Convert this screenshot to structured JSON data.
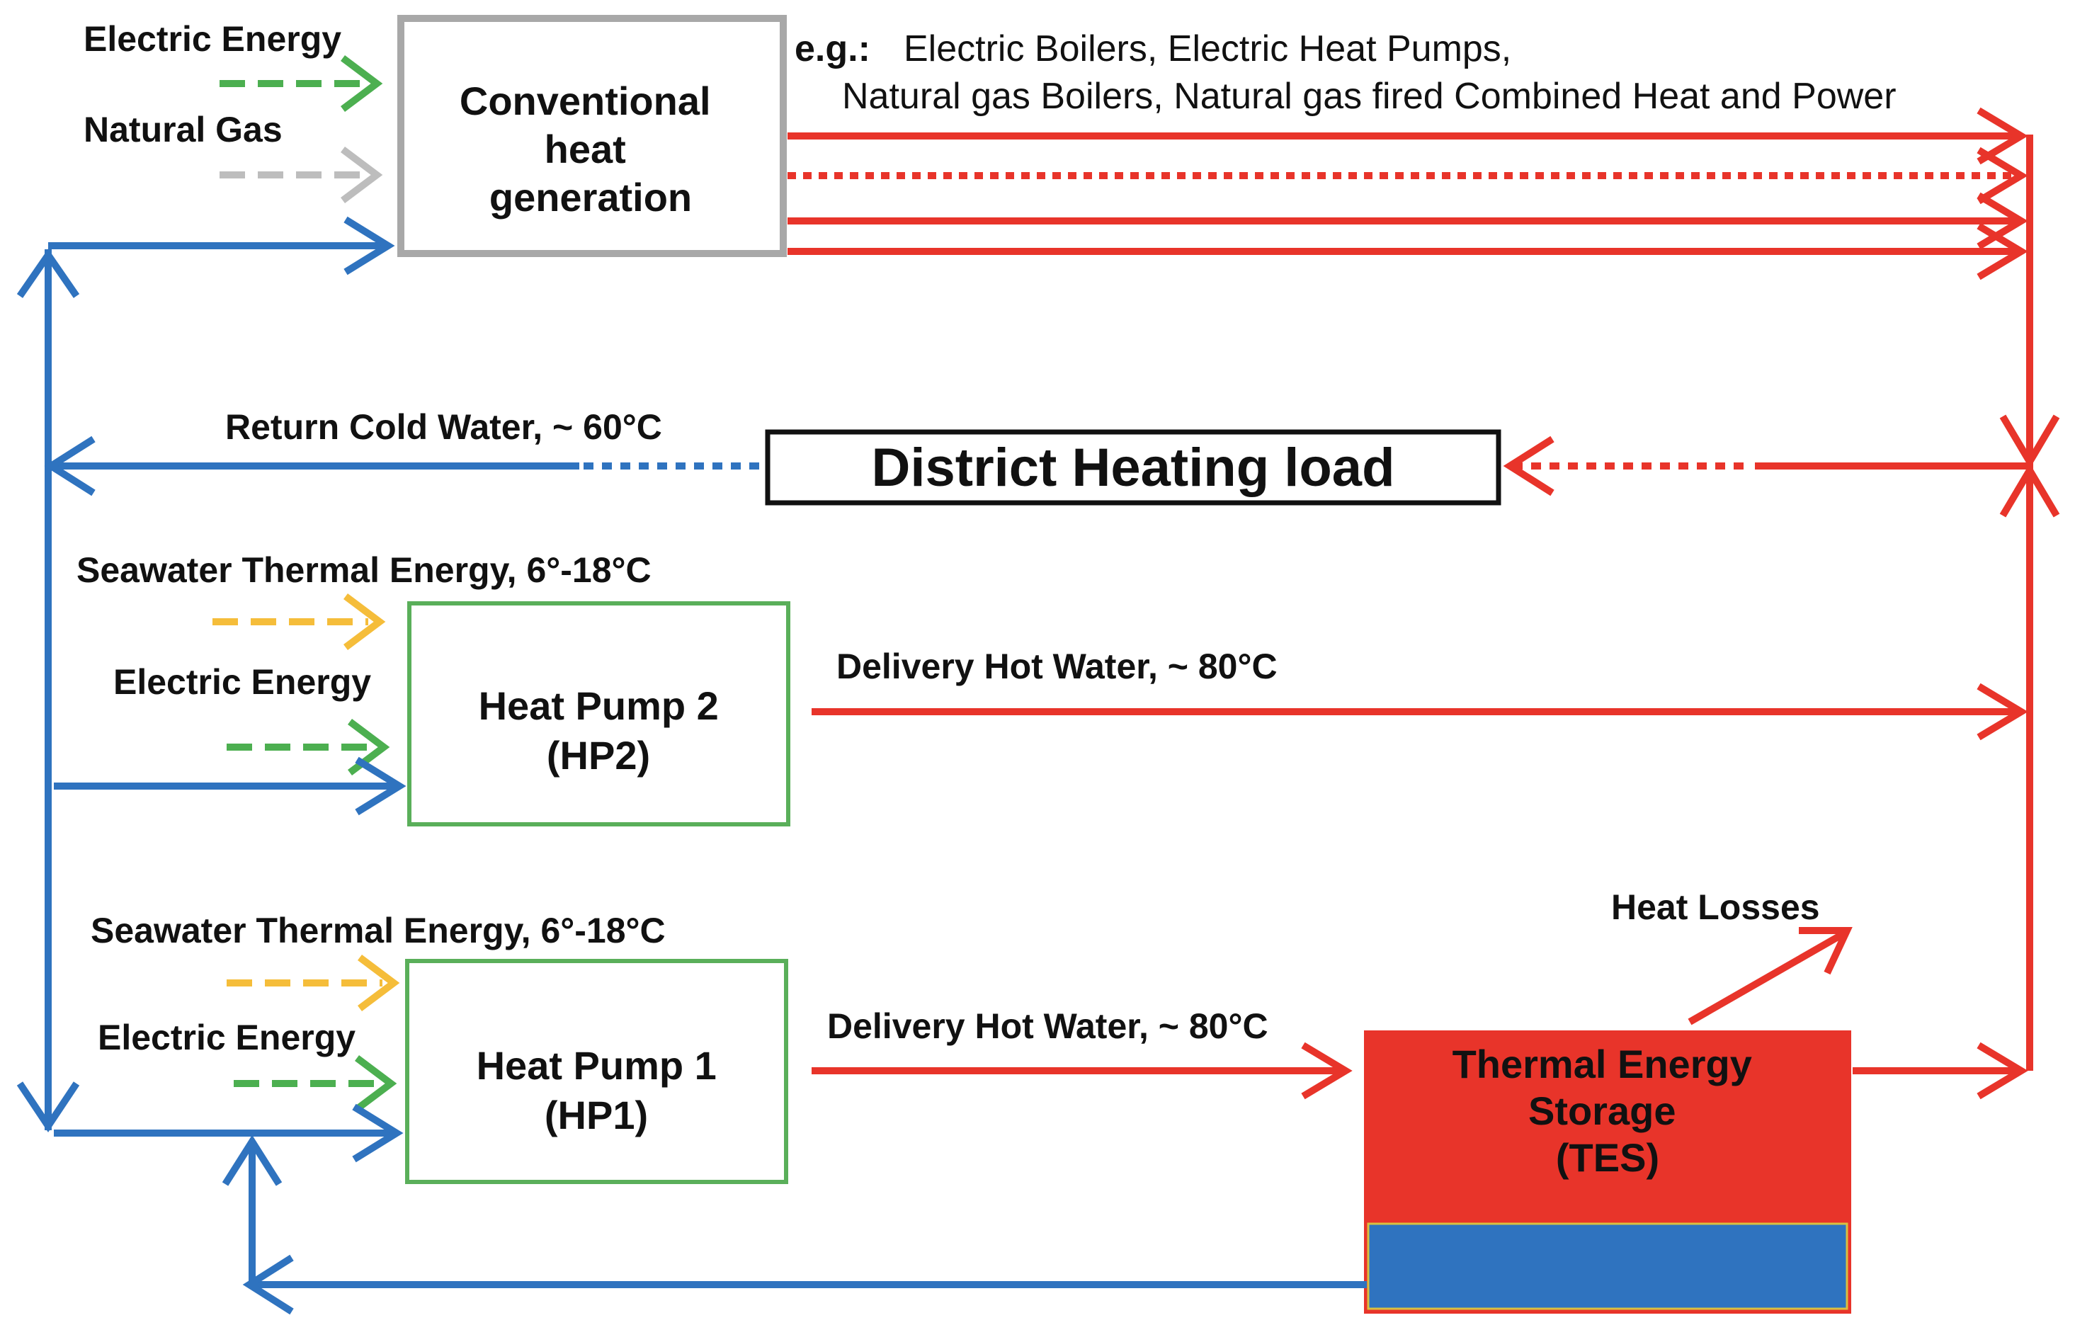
{
  "colors": {
    "electric": "#4caf50",
    "gas": "#bdbdbd",
    "seawater": "#f5bd3a",
    "hot": "#e8342a",
    "cold": "#2f73bf",
    "conventional_border": "#a8a8a8",
    "hp_border": "#5aaf5a",
    "load_border": "#111111"
  },
  "inputs": {
    "conventional": {
      "electric_label": "Electric Energy",
      "gas_label": "Natural Gas"
    },
    "hp2": {
      "seawater_label": "Seawater Thermal Energy, 6°-18°C",
      "electric_label": "Electric Energy"
    },
    "hp1": {
      "seawater_label": "Seawater Thermal Energy, 6°-18°C",
      "electric_label": "Electric Energy"
    }
  },
  "blocks": {
    "conventional": {
      "lines": [
        "Conventional",
        "heat",
        "generation"
      ]
    },
    "load": {
      "label": "District Heating load"
    },
    "hp2": {
      "lines": [
        "Heat Pump 2",
        "(HP2)"
      ]
    },
    "hp1": {
      "lines": [
        "Heat Pump 1",
        "(HP1)"
      ]
    },
    "tes": {
      "lines": [
        "Thermal Energy",
        "Storage",
        "(TES)"
      ]
    }
  },
  "examples": {
    "prefix": "e.g.:",
    "line1": "Electric Boilers, Electric Heat Pumps,",
    "line2": "Natural gas Boilers, Natural gas fired Combined Heat and Power"
  },
  "flows": {
    "return_cold": "Return Cold Water, ~ 60°C",
    "delivery_hp2": "Delivery Hot Water, ~ 80°C",
    "delivery_hp1": "Delivery Hot Water, ~ 80°C",
    "heat_losses": "Heat Losses"
  }
}
